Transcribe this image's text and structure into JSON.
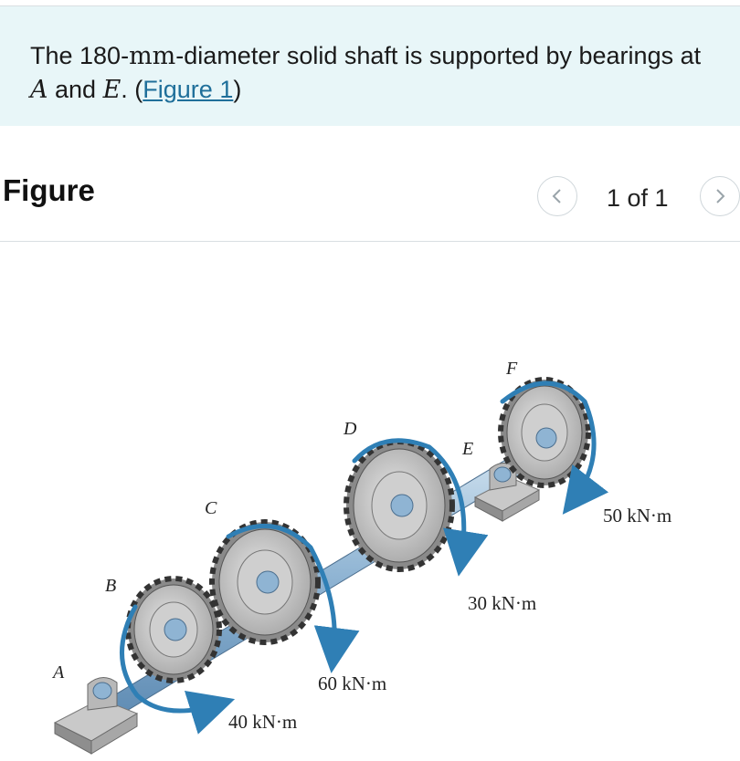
{
  "problem": {
    "text_before_mm": "The 180-",
    "unit_mm": "mm",
    "text_after_mm": "-diameter solid shaft is supported by bearings at ",
    "var_A": "A",
    "text_and": " and ",
    "var_E": "E",
    "text_open": ". (",
    "figure_link": "Figure 1",
    "text_close": ")"
  },
  "figure_panel": {
    "title": "Figure",
    "counter": "1 of 1",
    "prev_icon": "chevron-left-icon",
    "next_icon": "chevron-right-icon"
  },
  "diagram": {
    "labels": {
      "A": "A",
      "B": "B",
      "C": "C",
      "D": "D",
      "E": "E",
      "F": "F"
    },
    "torques": {
      "t1": "40 kN·m",
      "t2": "60 kN·m",
      "t3": "30 kN·m",
      "t4": "50 kN·m"
    }
  },
  "colors": {
    "problem_bg": "#e8f6f8",
    "link": "#1f6f9a",
    "arrow_blue": "#2f7fb5",
    "shaft_blue": "#a9c7df"
  }
}
